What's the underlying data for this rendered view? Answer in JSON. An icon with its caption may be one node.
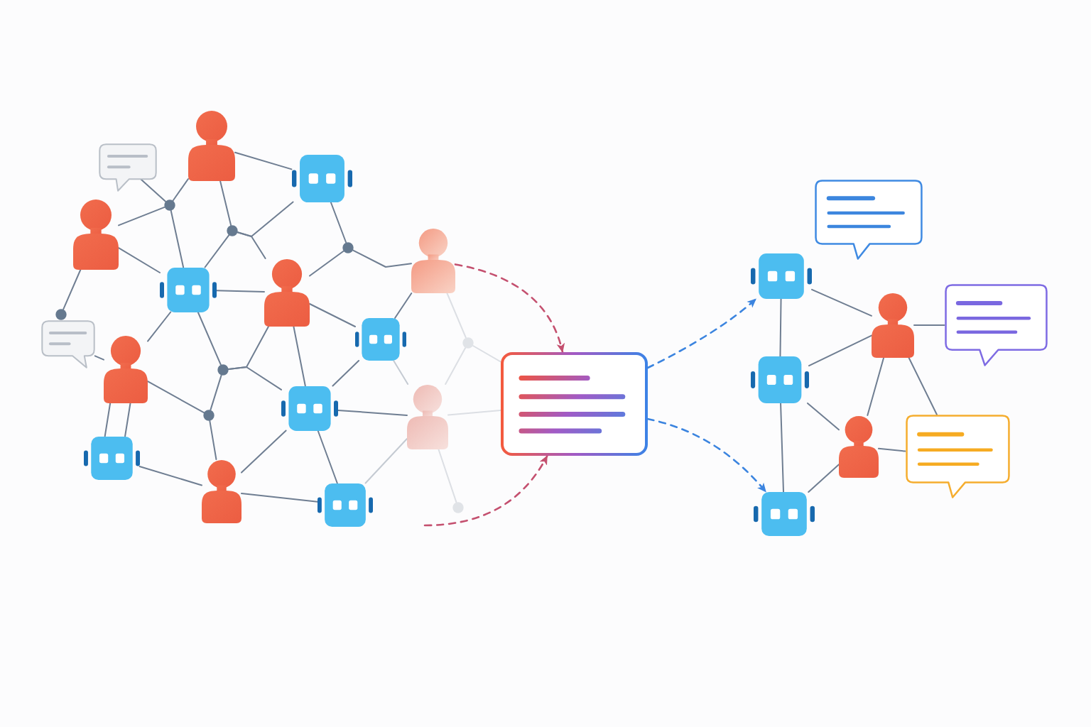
{
  "diagram": {
    "nodes": [
      {
        "text": [],
        "shape": "person"
      },
      {
        "text": [],
        "shape": "bubble"
      },
      {
        "text": [],
        "shape": "robot"
      },
      {
        "text": [],
        "shape": "person"
      },
      {
        "text": [],
        "shape": "circle"
      },
      {
        "text": [],
        "shape": "circle"
      },
      {
        "text": [],
        "shape": "circle"
      },
      {
        "text": [],
        "shape": "person"
      },
      {
        "text": [],
        "shape": "robot"
      },
      {
        "text": [],
        "shape": "person"
      },
      {
        "text": [],
        "shape": "circle"
      },
      {
        "text": [],
        "shape": "bubble"
      },
      {
        "text": [],
        "shape": "robot"
      },
      {
        "text": [],
        "shape": "circle"
      },
      {
        "text": [],
        "shape": "person"
      },
      {
        "text": [],
        "shape": "circle"
      },
      {
        "text": [],
        "shape": "robot"
      },
      {
        "text": [],
        "shape": "circle"
      },
      {
        "text": [],
        "shape": "person"
      },
      {
        "text": [],
        "shape": "robot"
      },
      {
        "text": [],
        "shape": "person"
      },
      {
        "text": [],
        "shape": "robot"
      },
      {
        "text": [],
        "shape": "circle"
      },
      {
        "text": [],
        "shape": "document"
      },
      {
        "text": [],
        "shape": "bubble"
      },
      {
        "text": [],
        "shape": "robot"
      },
      {
        "text": [],
        "shape": "bubble"
      },
      {
        "text": [],
        "shape": "person"
      },
      {
        "text": [],
        "shape": "robot"
      },
      {
        "text": [],
        "shape": "bubble"
      },
      {
        "text": [],
        "shape": "person"
      },
      {
        "text": [],
        "shape": "robot"
      }
    ],
    "edges": [
      {
        "from": 0,
        "to": 2,
        "arrow": "none"
      },
      {
        "from": 0,
        "to": 4,
        "arrow": "none"
      },
      {
        "from": 0,
        "to": 5,
        "arrow": "none"
      },
      {
        "from": 1,
        "to": 4,
        "arrow": "none"
      },
      {
        "from": 3,
        "to": 4,
        "arrow": "none"
      },
      {
        "from": 4,
        "to": 8,
        "arrow": "none"
      },
      {
        "from": 3,
        "to": 8,
        "arrow": "none"
      },
      {
        "from": 3,
        "to": 10,
        "arrow": "none"
      },
      {
        "from": 5,
        "to": 8,
        "arrow": "none"
      },
      {
        "from": 5,
        "to": 2,
        "arrow": "none"
      },
      {
        "from": 5,
        "to": 9,
        "arrow": "none"
      },
      {
        "from": 2,
        "to": 6,
        "arrow": "none"
      },
      {
        "from": 6,
        "to": 9,
        "arrow": "none"
      },
      {
        "from": 6,
        "to": 7,
        "arrow": "none"
      },
      {
        "from": 8,
        "to": 9,
        "arrow": "none"
      },
      {
        "from": 9,
        "to": 12,
        "arrow": "none"
      },
      {
        "from": 8,
        "to": 15,
        "arrow": "none"
      },
      {
        "from": 8,
        "to": 14,
        "arrow": "none"
      },
      {
        "from": 15,
        "to": 9,
        "arrow": "none"
      },
      {
        "from": 15,
        "to": 16,
        "arrow": "none"
      },
      {
        "from": 9,
        "to": 16,
        "arrow": "none"
      },
      {
        "from": 12,
        "to": 16,
        "arrow": "none"
      },
      {
        "from": 12,
        "to": 7,
        "arrow": "none"
      },
      {
        "from": 7,
        "to": 13,
        "arrow": "none",
        "color": "#dcdfe4"
      },
      {
        "from": 12,
        "to": 18,
        "arrow": "none",
        "color": "#c4cad2"
      },
      {
        "from": 13,
        "to": 18,
        "arrow": "none",
        "color": "#dcdfe4"
      },
      {
        "from": 13,
        "to": 23,
        "arrow": "none",
        "color": "#dcdfe4"
      },
      {
        "from": 16,
        "to": 18,
        "arrow": "none"
      },
      {
        "from": 18,
        "to": 23,
        "arrow": "none",
        "color": "#dcdfe4"
      },
      {
        "from": 18,
        "to": 21,
        "arrow": "none",
        "color": "#c4cad2"
      },
      {
        "from": 18,
        "to": 22,
        "arrow": "none",
        "color": "#dcdfe4"
      },
      {
        "from": 16,
        "to": 20,
        "arrow": "none"
      },
      {
        "from": 16,
        "to": 21,
        "arrow": "none"
      },
      {
        "from": 20,
        "to": 21,
        "arrow": "none"
      },
      {
        "from": 14,
        "to": 17,
        "arrow": "none"
      },
      {
        "from": 17,
        "to": 15,
        "arrow": "none"
      },
      {
        "from": 17,
        "to": 20,
        "arrow": "none"
      },
      {
        "from": 14,
        "to": 19,
        "arrow": "none"
      },
      {
        "from": 14,
        "to": 19,
        "arrow": "none"
      },
      {
        "from": 19,
        "to": 20,
        "arrow": "none"
      },
      {
        "from": 11,
        "to": 14,
        "arrow": "none"
      },
      {
        "from": 7,
        "to": 23,
        "arrow": "to",
        "style": "dashed",
        "color": "#c4506f"
      },
      {
        "from": null,
        "to": 23,
        "arrow": "to",
        "style": "dashed",
        "color": "#c4506f"
      },
      {
        "from": 23,
        "to": 25,
        "arrow": "to",
        "style": "dashed",
        "color": "#3b84df"
      },
      {
        "from": 23,
        "to": 31,
        "arrow": "to",
        "style": "dashed",
        "color": "#3b84df"
      },
      {
        "from": 25,
        "to": 28,
        "arrow": "none"
      },
      {
        "from": 25,
        "to": 27,
        "arrow": "none"
      },
      {
        "from": 28,
        "to": 27,
        "arrow": "none"
      },
      {
        "from": 27,
        "to": 26,
        "arrow": "none"
      },
      {
        "from": 27,
        "to": 30,
        "arrow": "none"
      },
      {
        "from": 27,
        "to": 29,
        "arrow": "none"
      },
      {
        "from": 28,
        "to": 30,
        "arrow": "none"
      },
      {
        "from": 28,
        "to": 31,
        "arrow": "none"
      },
      {
        "from": 30,
        "to": 29,
        "arrow": "none"
      },
      {
        "from": 31,
        "to": 30,
        "arrow": "none"
      }
    ]
  }
}
